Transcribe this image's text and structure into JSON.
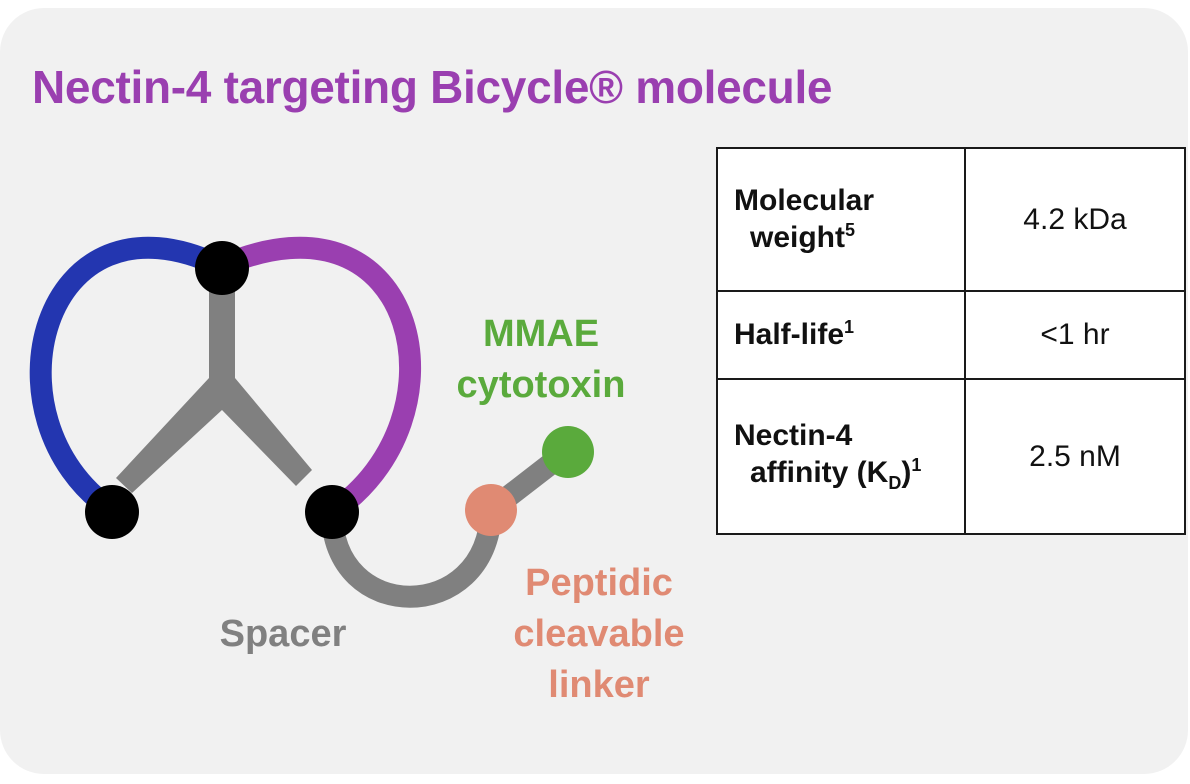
{
  "title": "Nectin-4 targeting Bicycle® molecule",
  "diagram": {
    "labels": {
      "payload_line1": "MMAE",
      "payload_line2": "cytotoxin",
      "spacer": "Spacer",
      "linker_line1": "Peptidic",
      "linker_line2": "cleavable",
      "linker_line3": "linker"
    },
    "colors": {
      "title": "#9a3fb0",
      "loop_left": "#2336b0",
      "loop_right": "#9a3fb0",
      "scaffold": "#808080",
      "anchor": "#000000",
      "payload": "#5aaa3c",
      "linker": "#e08a73"
    }
  },
  "properties": {
    "rows": [
      {
        "label_line1": "Molecular",
        "label_line2": "weight",
        "label_sup": "5",
        "value": "4.2 kDa"
      },
      {
        "label_line1": "Half-life",
        "label_sup": "1",
        "value": "<1 hr"
      },
      {
        "label_line1": "Nectin-4",
        "label_line2": "affinity (K",
        "label_sub": "D",
        "label_after": ")",
        "label_sup": "1",
        "value": "2.5 nM"
      }
    ]
  }
}
